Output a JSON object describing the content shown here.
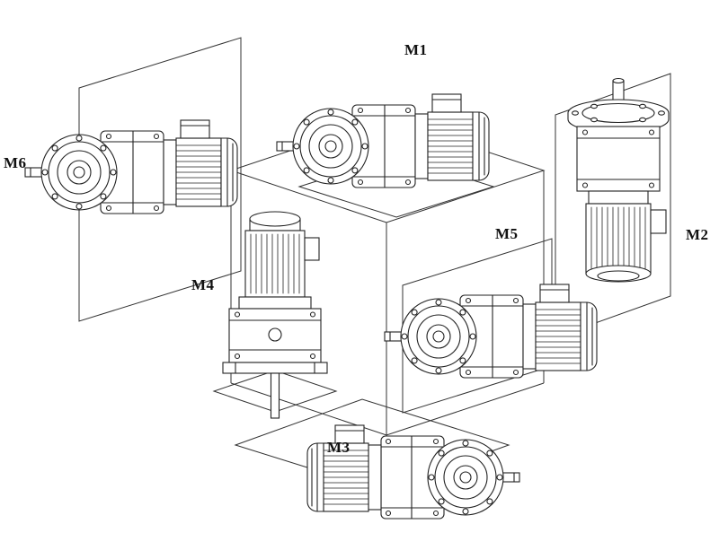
{
  "figure": {
    "labels": [
      {
        "id": "m1",
        "text": "M1"
      },
      {
        "id": "m2",
        "text": "M2"
      },
      {
        "id": "m3",
        "text": "M3"
      },
      {
        "id": "m4",
        "text": "M4"
      },
      {
        "id": "m5",
        "text": "M5"
      },
      {
        "id": "m6",
        "text": "M6"
      }
    ],
    "colors": {
      "line": "#222222",
      "background": "#ffffff"
    }
  }
}
